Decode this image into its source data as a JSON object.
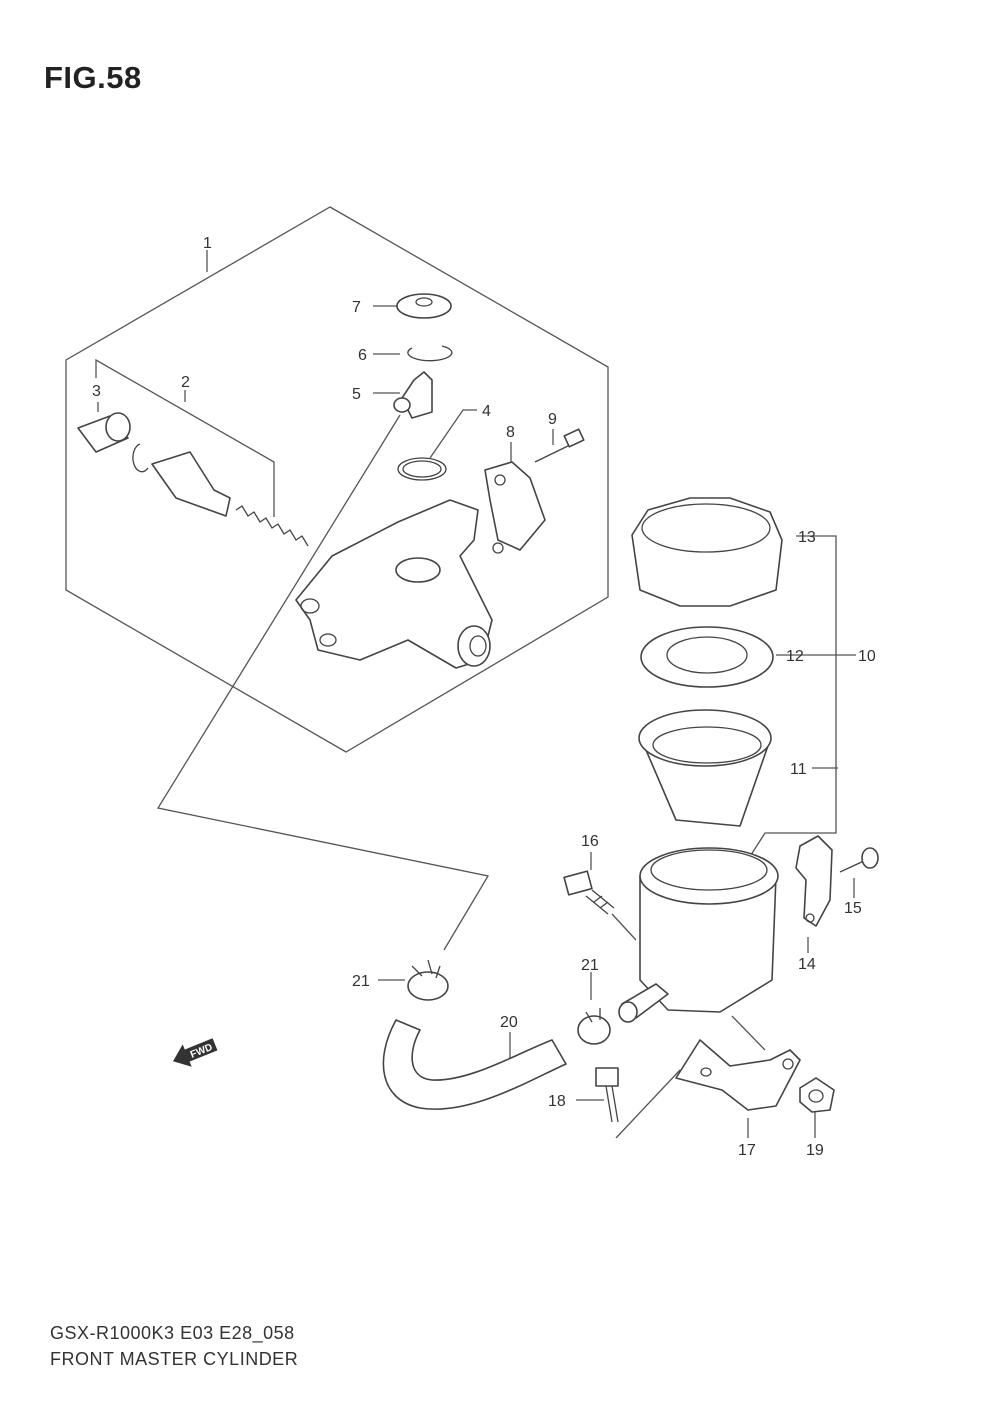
{
  "figure": {
    "title": "FIG.58"
  },
  "footer": {
    "model_code": "GSX-R1000K3 E03 E28_058",
    "section_name": "FRONT MASTER CYLINDER"
  },
  "direction_marker": {
    "text": "FWD",
    "icon": "arrow-icon"
  },
  "callouts": {
    "c1": "1",
    "c2": "2",
    "c3": "3",
    "c4": "4",
    "c5": "5",
    "c6": "6",
    "c7": "7",
    "c8": "8",
    "c9": "9",
    "c10": "10",
    "c11": "11",
    "c12": "12",
    "c13": "13",
    "c14": "14",
    "c15": "15",
    "c16": "16",
    "c17": "17",
    "c18": "18",
    "c19": "19",
    "c20": "20",
    "c21a": "21",
    "c21b": "21"
  }
}
